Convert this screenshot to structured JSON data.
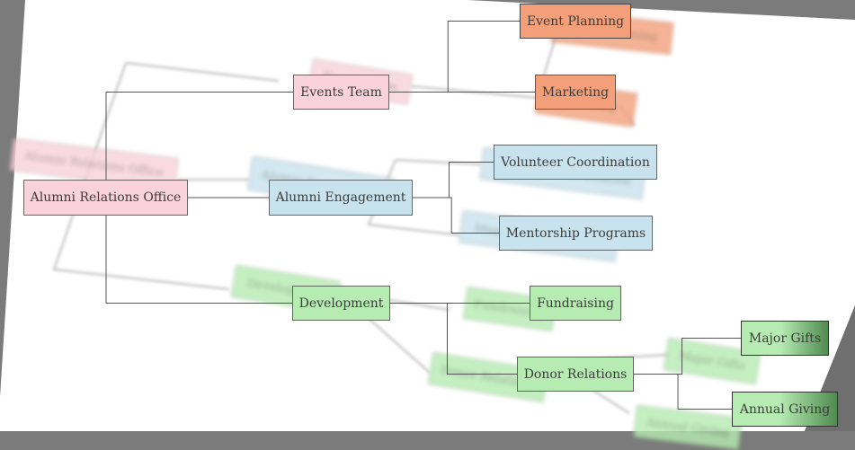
{
  "colors": {
    "pink": "#f9d2dc",
    "orange": "#f3a07a",
    "blue": "#c9e3ee",
    "green": "#b6ecb2",
    "dark_green": "#4f8a4f"
  },
  "nodes": [
    {
      "id": "root",
      "label": "Alumni Relations Office",
      "color": "#f9d2dc"
    },
    {
      "id": "events",
      "label": "Events Team",
      "color": "#f9d2dc"
    },
    {
      "id": "event_planning",
      "label": "Event Planning",
      "color": "#f3a07a"
    },
    {
      "id": "marketing",
      "label": "Marketing",
      "color": "#f3a07a"
    },
    {
      "id": "engagement",
      "label": "Alumni Engagement",
      "color": "#c9e3ee"
    },
    {
      "id": "volunteer",
      "label": "Volunteer Coordination",
      "color": "#c9e3ee"
    },
    {
      "id": "mentorship",
      "label": "Mentorship Programs",
      "color": "#c9e3ee"
    },
    {
      "id": "development",
      "label": "Development",
      "color": "#b6ecb2"
    },
    {
      "id": "fundraising",
      "label": "Fundraising",
      "color": "#b6ecb2"
    },
    {
      "id": "donor",
      "label": "Donor Relations",
      "color": "#b6ecb2"
    },
    {
      "id": "major_gifts",
      "label": "Major Gifts",
      "color": "#b6ecb2"
    },
    {
      "id": "annual_giving",
      "label": "Annual Giving",
      "color": "#b6ecb2"
    }
  ],
  "edges": [
    [
      "root",
      "events"
    ],
    [
      "root",
      "engagement"
    ],
    [
      "root",
      "development"
    ],
    [
      "events",
      "event_planning"
    ],
    [
      "events",
      "marketing"
    ],
    [
      "engagement",
      "volunteer"
    ],
    [
      "engagement",
      "mentorship"
    ],
    [
      "development",
      "fundraising"
    ],
    [
      "development",
      "donor"
    ],
    [
      "donor",
      "major_gifts"
    ],
    [
      "donor",
      "annual_giving"
    ]
  ]
}
